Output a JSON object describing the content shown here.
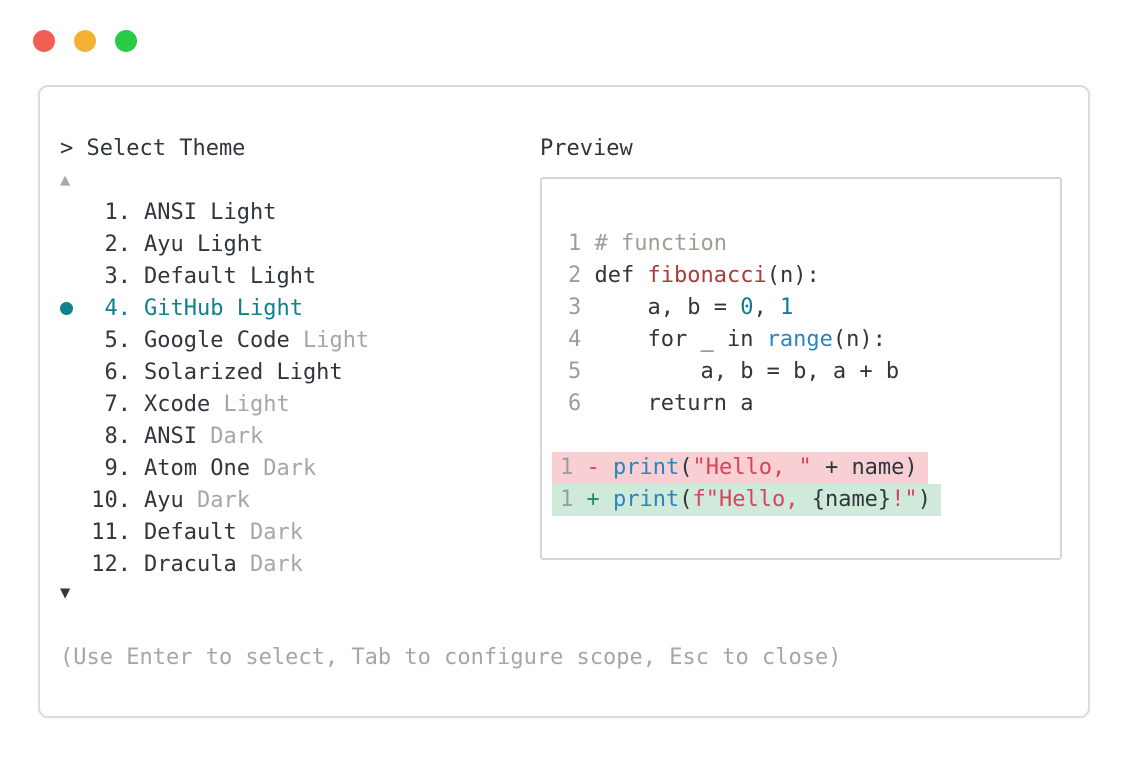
{
  "window_controls": {
    "buttons": [
      "close",
      "minimize",
      "zoom"
    ],
    "colors": {
      "close": "#f15e53",
      "minimize": "#f2b233",
      "zoom": "#2bc948"
    }
  },
  "theme_picker": {
    "title": "> Select Theme",
    "scroll_up_symbol": "▲",
    "scroll_down_symbol": "▼",
    "items": [
      {
        "number": "1.",
        "name": "ANSI Light",
        "muted_suffix": "",
        "selected": false
      },
      {
        "number": "2.",
        "name": "Ayu Light",
        "muted_suffix": "",
        "selected": false
      },
      {
        "number": "3.",
        "name": "Default Light",
        "muted_suffix": "",
        "selected": false
      },
      {
        "number": "4.",
        "name": "GitHub Light",
        "muted_suffix": "",
        "selected": true
      },
      {
        "number": "5.",
        "name": "Google Code",
        "muted_suffix": "Light",
        "selected": false
      },
      {
        "number": "6.",
        "name": "Solarized Light",
        "muted_suffix": "",
        "selected": false
      },
      {
        "number": "7.",
        "name": "Xcode",
        "muted_suffix": "Light",
        "selected": false
      },
      {
        "number": "8.",
        "name": "ANSI",
        "muted_suffix": "Dark",
        "selected": false
      },
      {
        "number": "9.",
        "name": "Atom One",
        "muted_suffix": "Dark",
        "selected": false
      },
      {
        "number": "10.",
        "name": "Ayu",
        "muted_suffix": "Dark",
        "selected": false
      },
      {
        "number": "11.",
        "name": "Default",
        "muted_suffix": "Dark",
        "selected": false
      },
      {
        "number": "12.",
        "name": "Dracula",
        "muted_suffix": "Dark",
        "selected": false
      }
    ],
    "footer_hint": "(Use Enter to select, Tab to configure scope, Esc to close)"
  },
  "preview": {
    "label": "Preview",
    "code_lines": [
      {
        "line_number": "1",
        "tokens": [
          {
            "text": "# function",
            "style": "comment"
          }
        ]
      },
      {
        "line_number": "2",
        "tokens": [
          {
            "text": "def ",
            "style": "text"
          },
          {
            "text": "fibonacci",
            "style": "function"
          },
          {
            "text": "(n):",
            "style": "text"
          }
        ]
      },
      {
        "line_number": "3",
        "tokens": [
          {
            "text": "    a, b = ",
            "style": "text"
          },
          {
            "text": "0",
            "style": "number"
          },
          {
            "text": ", ",
            "style": "text"
          },
          {
            "text": "1",
            "style": "number"
          }
        ]
      },
      {
        "line_number": "4",
        "tokens": [
          {
            "text": "    for _ in ",
            "style": "text"
          },
          {
            "text": "range",
            "style": "builtin"
          },
          {
            "text": "(n):",
            "style": "text"
          }
        ]
      },
      {
        "line_number": "5",
        "tokens": [
          {
            "text": "        a, b = b, a + b",
            "style": "text"
          }
        ]
      },
      {
        "line_number": "6",
        "tokens": [
          {
            "text": "    return a",
            "style": "text"
          }
        ]
      }
    ],
    "diff_lines": [
      {
        "line_number": "1",
        "kind": "removed",
        "tokens": [
          {
            "text": "- ",
            "style": "removed-sign"
          },
          {
            "text": "print",
            "style": "builtin"
          },
          {
            "text": "(",
            "style": "text"
          },
          {
            "text": "\"Hello, \"",
            "style": "string"
          },
          {
            "text": " + name)",
            "style": "text"
          }
        ]
      },
      {
        "line_number": "1",
        "kind": "added",
        "tokens": [
          {
            "text": "+ ",
            "style": "added-sign"
          },
          {
            "text": "print",
            "style": "builtin"
          },
          {
            "text": "(",
            "style": "text"
          },
          {
            "text": "f\"Hello, ",
            "style": "string"
          },
          {
            "text": "{name}",
            "style": "text"
          },
          {
            "text": "!\"",
            "style": "string"
          },
          {
            "text": ")",
            "style": "text"
          }
        ]
      }
    ]
  },
  "colors": {
    "selected_accent": "#11808d",
    "primary_text": "#2f363c",
    "muted_text": "#a6a6a6",
    "window_border": "#dcdcdc",
    "diff_removed_bg": "#f8cfd2",
    "diff_added_bg": "#cfe9da"
  },
  "syntax_colors": {
    "line_number": "#9c9c9c",
    "comment": "#9aa092",
    "function": "#ad3a3c",
    "number": "#0f7b8c",
    "builtin": "#2b84bd",
    "string": "#d9435a",
    "removed_sign": "#d23c50",
    "added_sign": "#1e8a62"
  }
}
